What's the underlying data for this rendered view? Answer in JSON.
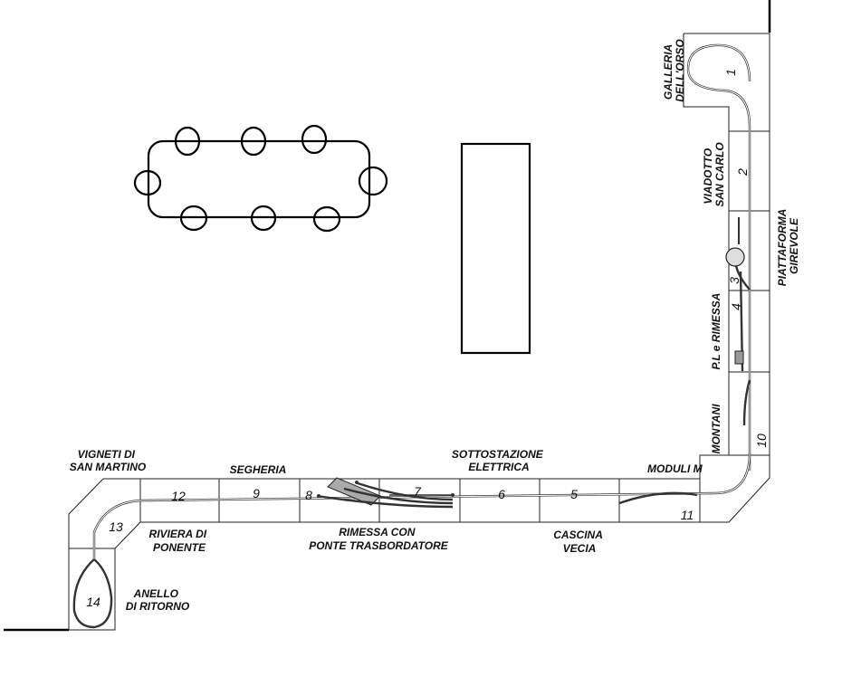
{
  "labels": {
    "galleria": [
      "GALLERIA",
      "DELL'ORSO"
    ],
    "viadotto": [
      "VIADOTTO",
      "SAN CARLO"
    ],
    "piattaforma": [
      "PIATTAFORMA",
      "GIREVOLE"
    ],
    "pl_rimessa": "P.L e RIMESSA",
    "montani": "MONTANI",
    "moduli": "MODULI M",
    "sottostazione": [
      "SOTTOSTAZIONE",
      "ELETTRICA"
    ],
    "segheria": "SEGHERIA",
    "vigneti": [
      "VIGNETI DI",
      "SAN MARTINO"
    ],
    "riviera": [
      "RIVIERA DI",
      "PONENTE"
    ],
    "rimessa_ponte": [
      "RIMESSA CON",
      "PONTE TRASBORDATORE"
    ],
    "cascina": [
      "CASCINA",
      "VECIA"
    ],
    "anello": [
      "ANELLO",
      "DI RITORNO"
    ]
  },
  "modules": {
    "m1": "1",
    "m2": "2",
    "m3": "3",
    "m4": "4",
    "m5": "5",
    "m6": "6",
    "m7": "7",
    "m8": "8",
    "m9": "9",
    "m10": "10",
    "m11": "11",
    "m12": "12",
    "m13": "13",
    "m14": "14"
  },
  "colors": {
    "line": "#222222",
    "track": "#333333",
    "background": "#ffffff"
  }
}
